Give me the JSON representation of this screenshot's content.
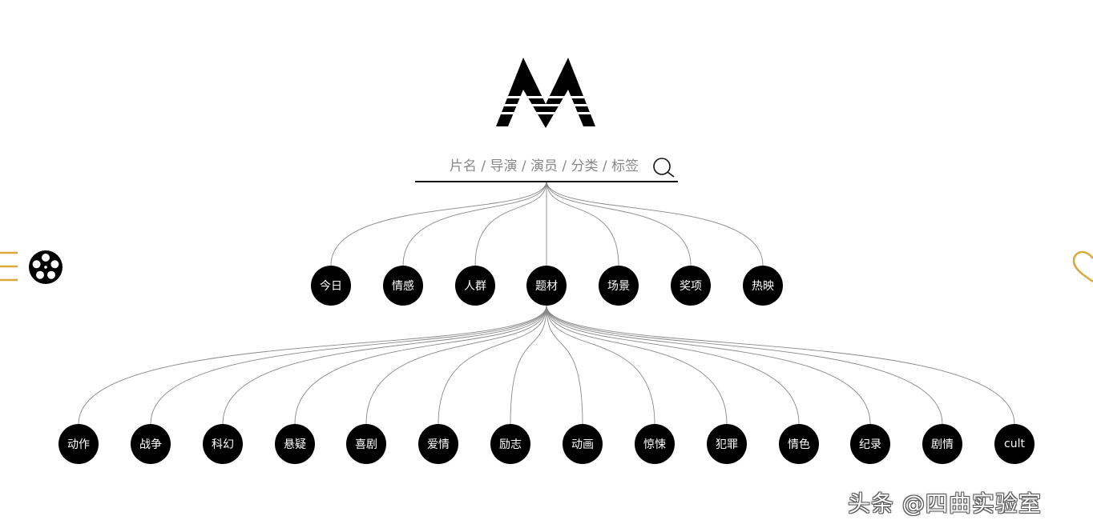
{
  "search": {
    "placeholder": "片名 / 导演 / 演员 / 分类 / 标签"
  },
  "level1": [
    {
      "id": "today",
      "label": "今日"
    },
    {
      "id": "emotion",
      "label": "情感"
    },
    {
      "id": "crowd",
      "label": "人群"
    },
    {
      "id": "genre",
      "label": "题材",
      "active": true
    },
    {
      "id": "scene",
      "label": "场景"
    },
    {
      "id": "awards",
      "label": "奖项"
    },
    {
      "id": "hot",
      "label": "热映"
    }
  ],
  "level2": [
    {
      "id": "action",
      "label": "动作"
    },
    {
      "id": "war",
      "label": "战争"
    },
    {
      "id": "scifi",
      "label": "科幻"
    },
    {
      "id": "mystery",
      "label": "悬疑"
    },
    {
      "id": "comedy",
      "label": "喜剧"
    },
    {
      "id": "romance",
      "label": "爱情"
    },
    {
      "id": "inspirational",
      "label": "励志"
    },
    {
      "id": "animation",
      "label": "动画"
    },
    {
      "id": "thriller",
      "label": "惊悚"
    },
    {
      "id": "crime",
      "label": "犯罪"
    },
    {
      "id": "erotic",
      "label": "情色"
    },
    {
      "id": "documentary",
      "label": "纪录"
    },
    {
      "id": "drama",
      "label": "剧情"
    },
    {
      "id": "cult",
      "label": "cult"
    }
  ],
  "side_icons": {
    "left_menu": "menu-icon",
    "left_reel": "film-reel-icon",
    "right_heart": "heart-icon"
  },
  "colors": {
    "accent": "#d9a93a",
    "node_bg": "#000000",
    "node_text": "#ffffff",
    "line": "#888888"
  },
  "watermark": "头条 @四曲实验室"
}
